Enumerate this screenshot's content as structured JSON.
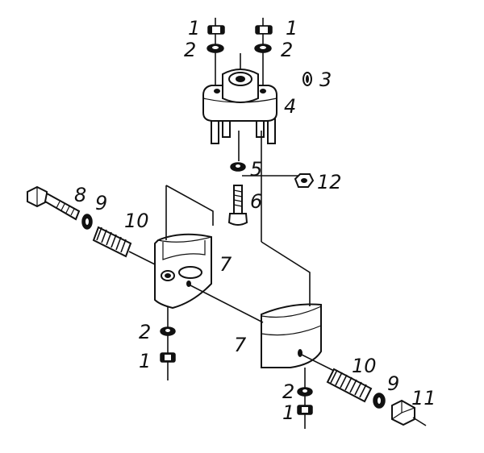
{
  "diagram": {
    "labels": {
      "nut_tl": "1",
      "washer_tl": "2",
      "nut_tr": "1",
      "washer_tr": "2",
      "pin": "3",
      "hub": "4",
      "washer_center": "5",
      "screw": "6",
      "bolt": "8",
      "washer_left": "9",
      "spring_left": "10",
      "clamp_left": "7",
      "clamp_right": "7",
      "nut_small": "12",
      "washer_bl": "2",
      "nut_bl": "1",
      "spring_right": "10",
      "washer_right": "9",
      "cap_nut": "11",
      "washer_br": "2",
      "nut_br": "1"
    }
  }
}
